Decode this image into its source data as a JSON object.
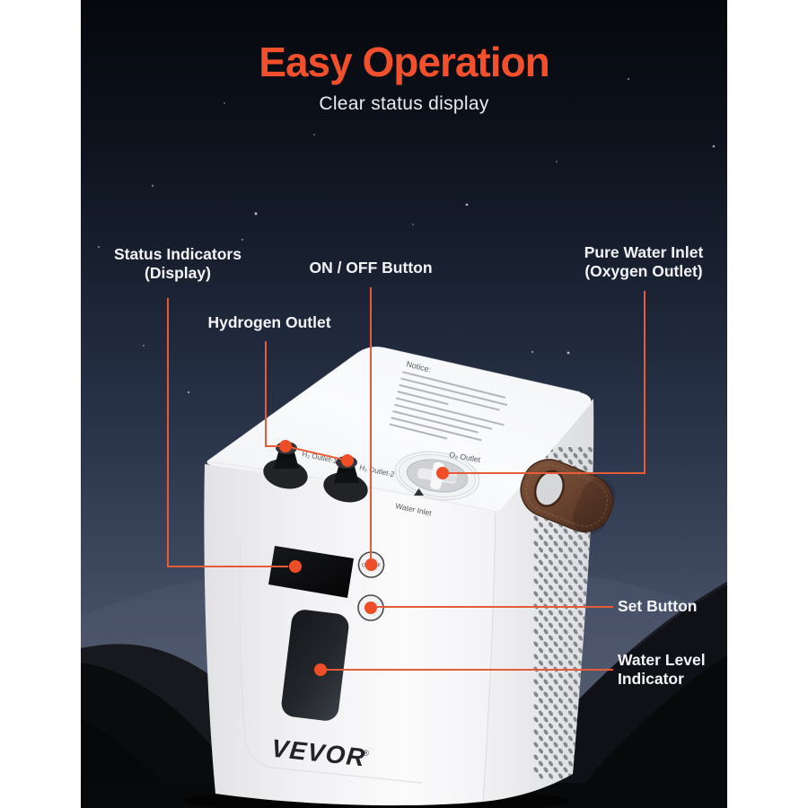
{
  "header": {
    "title": "Easy Operation",
    "subtitle": "Clear status display"
  },
  "callouts": {
    "status_indicators": {
      "line1": "Status Indicators",
      "line2": "(Display)"
    },
    "on_off_button": {
      "line1": "ON / OFF Button"
    },
    "hydrogen_outlet": {
      "line1": "Hydrogen Outlet"
    },
    "pure_water_inlet": {
      "line1": "Pure Water Inlet",
      "line2": "(Oxygen Outlet)"
    },
    "set_button": {
      "line1": "Set Button"
    },
    "water_level_indicator": {
      "line1": "Water Level",
      "line2": "Indicator"
    }
  },
  "device": {
    "brand": "VEVOR",
    "brand_mark": "®",
    "notice_heading": "Notice:",
    "markings": {
      "h2_outlet_1": "H₂ Outlet-1",
      "h2_outlet_2": "H₂ Outlet-2",
      "o2_outlet": "O₂ Outlet",
      "water_inlet": "Water Inlet",
      "on_off": "ON/OFF"
    }
  },
  "colors": {
    "accent_title": "#F2502C",
    "leader_line": "#E55D38",
    "leader_dot": "#ED4E27",
    "label_text": "#F2F4F7",
    "sky_top": "#06080D",
    "sky_bottom": "#535A6B",
    "device_white": "#F4F4F6",
    "strap_brown": "#74492F",
    "screen_black": "#0B0B0D",
    "margin_white": "#FFFFFF"
  }
}
